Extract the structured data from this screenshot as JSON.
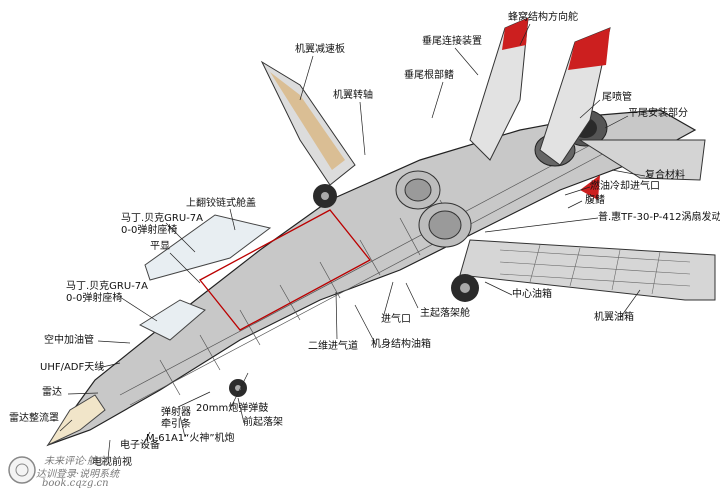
{
  "labels": {
    "wing_glove_vane": "机翼减速板",
    "vertical_tail_attach": "垂尾连接装置",
    "honeycomb_rudder": "蜂窝结构方向舵",
    "wing_pivot": "机翼转轴",
    "vertical_tail_root_fairing": "垂尾根部鳍",
    "exhaust_nozzle": "尾喷管",
    "tail_mount": "平尾安装部分",
    "composite": "复合材料",
    "fuel_cooling_inlet": "燃油冷却进气口",
    "ventral_fin": "腹鳍",
    "engine": "普.惠TF-30-P-412涡扇发动机",
    "canopy": "上翻铰链式舱盖",
    "seat_rear": "马丁.贝克GRU-7A\n0-0弹射座椅",
    "hud": "平显",
    "seat_front": "马丁.贝克GRU-7A\n0-0弹射座椅",
    "center_tank": "中心油箱",
    "wing_tank": "机翼油箱",
    "refuel_probe": "空中加油管",
    "intake": "进气口",
    "main_gear_bay": "主起落架舱",
    "uhf_adf": "UHF/ADF天线",
    "inlet_duct": "二维进气道",
    "fuselage_tank": "机身结构油箱",
    "radar": "雷达",
    "radome": "雷达整流罩",
    "ejector": "弹射器\n牵引条",
    "drum": "20mm炮弹弹鼓",
    "nose_gear": "前起落架",
    "electronics": "电子设备",
    "gun": "M-61A1“火神”机炮",
    "tv": "电视前视"
  },
  "watermark": {
    "line1": "未来评论·航空",
    "line2": "达训登录·说明系统",
    "line3": "book.cqzg.cn"
  }
}
